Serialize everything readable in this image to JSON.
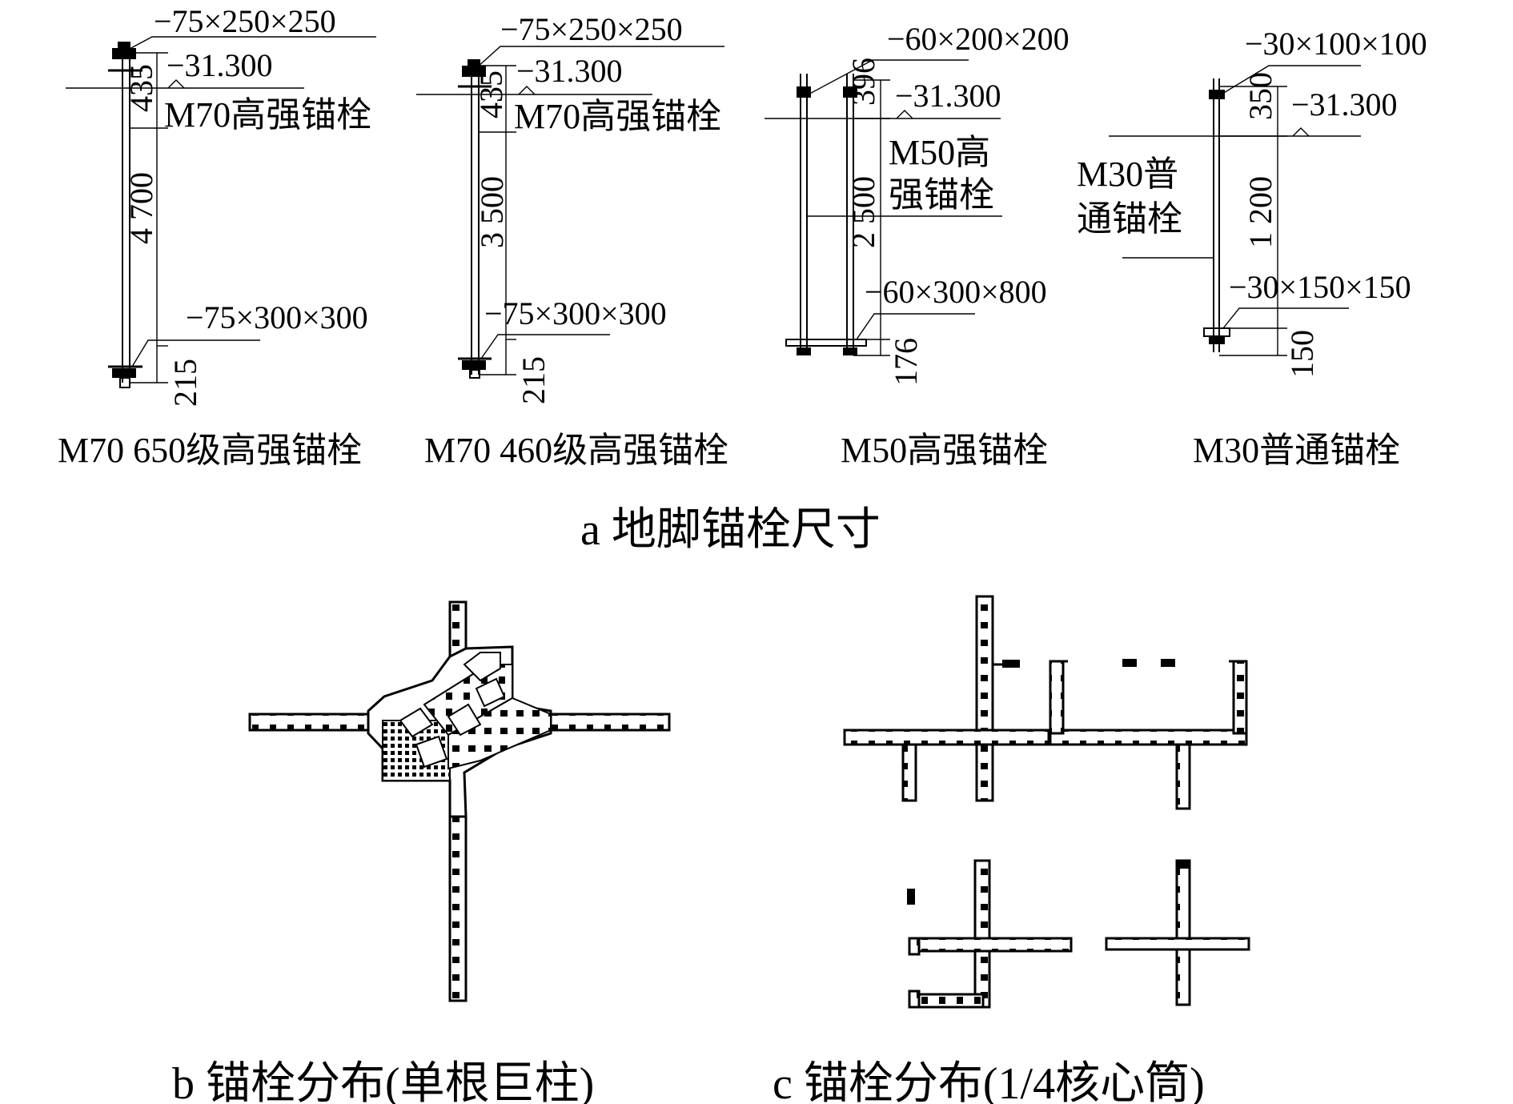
{
  "panel_a": {
    "title": "a  地脚锚栓尺寸",
    "bolts": [
      {
        "caption": "M70 650级高强锚栓",
        "top_plate": "−75×250×250",
        "elevation": "−31.300",
        "bolt_label": "M70高强锚栓",
        "dim_top": "435",
        "dim_mid": "4 700",
        "bottom_plate": "−75×300×300",
        "dim_bottom": "215"
      },
      {
        "caption": "M70 460级高强锚栓",
        "top_plate": "−75×250×250",
        "elevation": "−31.300",
        "bolt_label": "M70高强锚栓",
        "dim_top": "435",
        "dim_mid": "3 500",
        "bottom_plate": "−75×300×300",
        "dim_bottom": "215"
      },
      {
        "caption": "M50高强锚栓",
        "top_plate": "−60×200×200",
        "elevation": "−31.300",
        "bolt_label_line1": "M50高",
        "bolt_label_line2": "强锚栓",
        "dim_top": "396",
        "dim_mid": "2 500",
        "bottom_plate": "−60×300×800",
        "dim_bottom": "176"
      },
      {
        "caption": "M30普通锚栓",
        "top_plate": "−30×100×100",
        "elevation": "−31.300",
        "bolt_label_line1": "M30普",
        "bolt_label_line2": "通锚栓",
        "dim_top": "350",
        "dim_mid": "1 200",
        "bottom_plate": "−30×150×150",
        "dim_bottom": "150"
      }
    ]
  },
  "panel_b": {
    "title": "b  锚栓分布(单根巨柱)"
  },
  "panel_c": {
    "title": "c  锚栓分布(1/4核心筒)"
  },
  "colors": {
    "line": "#000000",
    "background": "#ffffff"
  }
}
